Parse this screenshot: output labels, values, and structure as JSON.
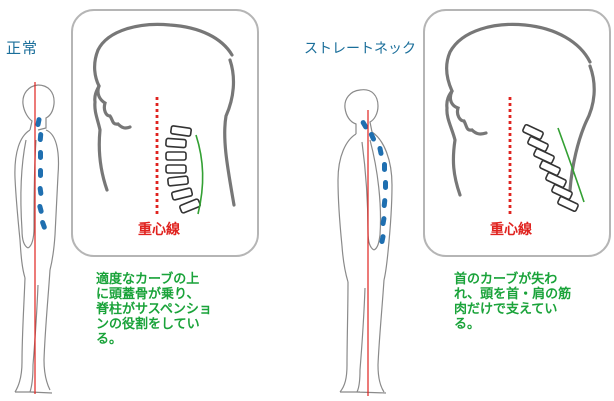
{
  "panels": [
    {
      "label": "正常",
      "gravity_line_label": "重心線",
      "description": "適度なカーブの上\nに頭蓋骨が乗り、\n脊柱がサスペンショ\nンの役割をしてい\nる。"
    },
    {
      "label": "ストレートネック",
      "gravity_line_label": "重心線",
      "description": "首のカーブが失わ\nれ、頭を首・肩の筋\n肉だけで支えてい\nる。"
    }
  ],
  "colors": {
    "label": "#1a6e9a",
    "gravity_line": "#e0231f",
    "description": "#1aa33a",
    "spine_dots": "#1f6fb0",
    "muscle_line": "#33a033",
    "frame": "#b5b5b5",
    "outline": "#777777"
  }
}
